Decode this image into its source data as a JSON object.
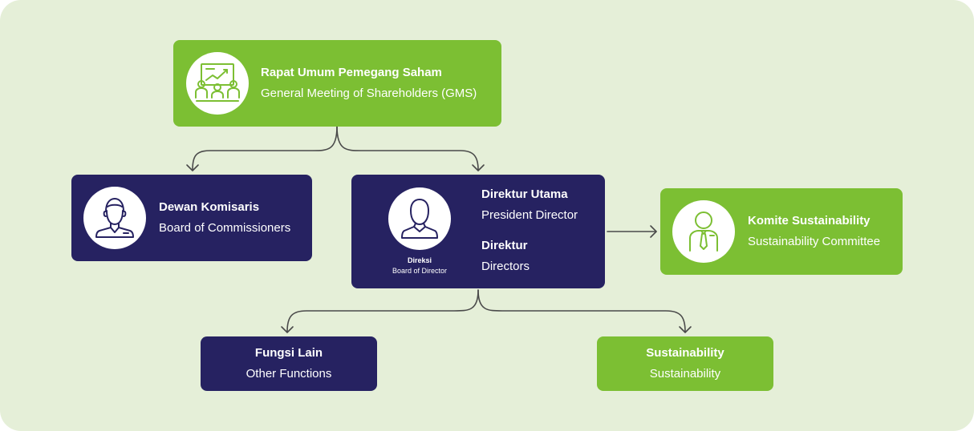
{
  "colors": {
    "background": "#e5efd8",
    "green": "#7cbf33",
    "navy": "#262261",
    "connector": "#4a4a4a"
  },
  "gms": {
    "title": "Rapat Umum Pemegang Saham",
    "subtitle": "General Meeting of Shareholders (GMS)",
    "icon": "meeting-presentation-icon"
  },
  "commissioners": {
    "title": "Dewan Komisaris",
    "subtitle": "Board of Commissioners",
    "icon": "commissioner-person-icon"
  },
  "directors": {
    "icon": "director-person-icon",
    "caption_title": "Direksi",
    "caption_subtitle": "Board of Director",
    "role1_title": "Direktur Utama",
    "role1_subtitle": "President Director",
    "role2_title": "Direktur",
    "role2_subtitle": "Directors"
  },
  "committee": {
    "title": "Komite Sustainability",
    "subtitle": "Sustainability Committee",
    "icon": "committee-person-icon"
  },
  "other_functions": {
    "title": "Fungsi Lain",
    "subtitle": "Other Functions"
  },
  "sustainability": {
    "title": "Sustainability",
    "subtitle": "Sustainability"
  }
}
